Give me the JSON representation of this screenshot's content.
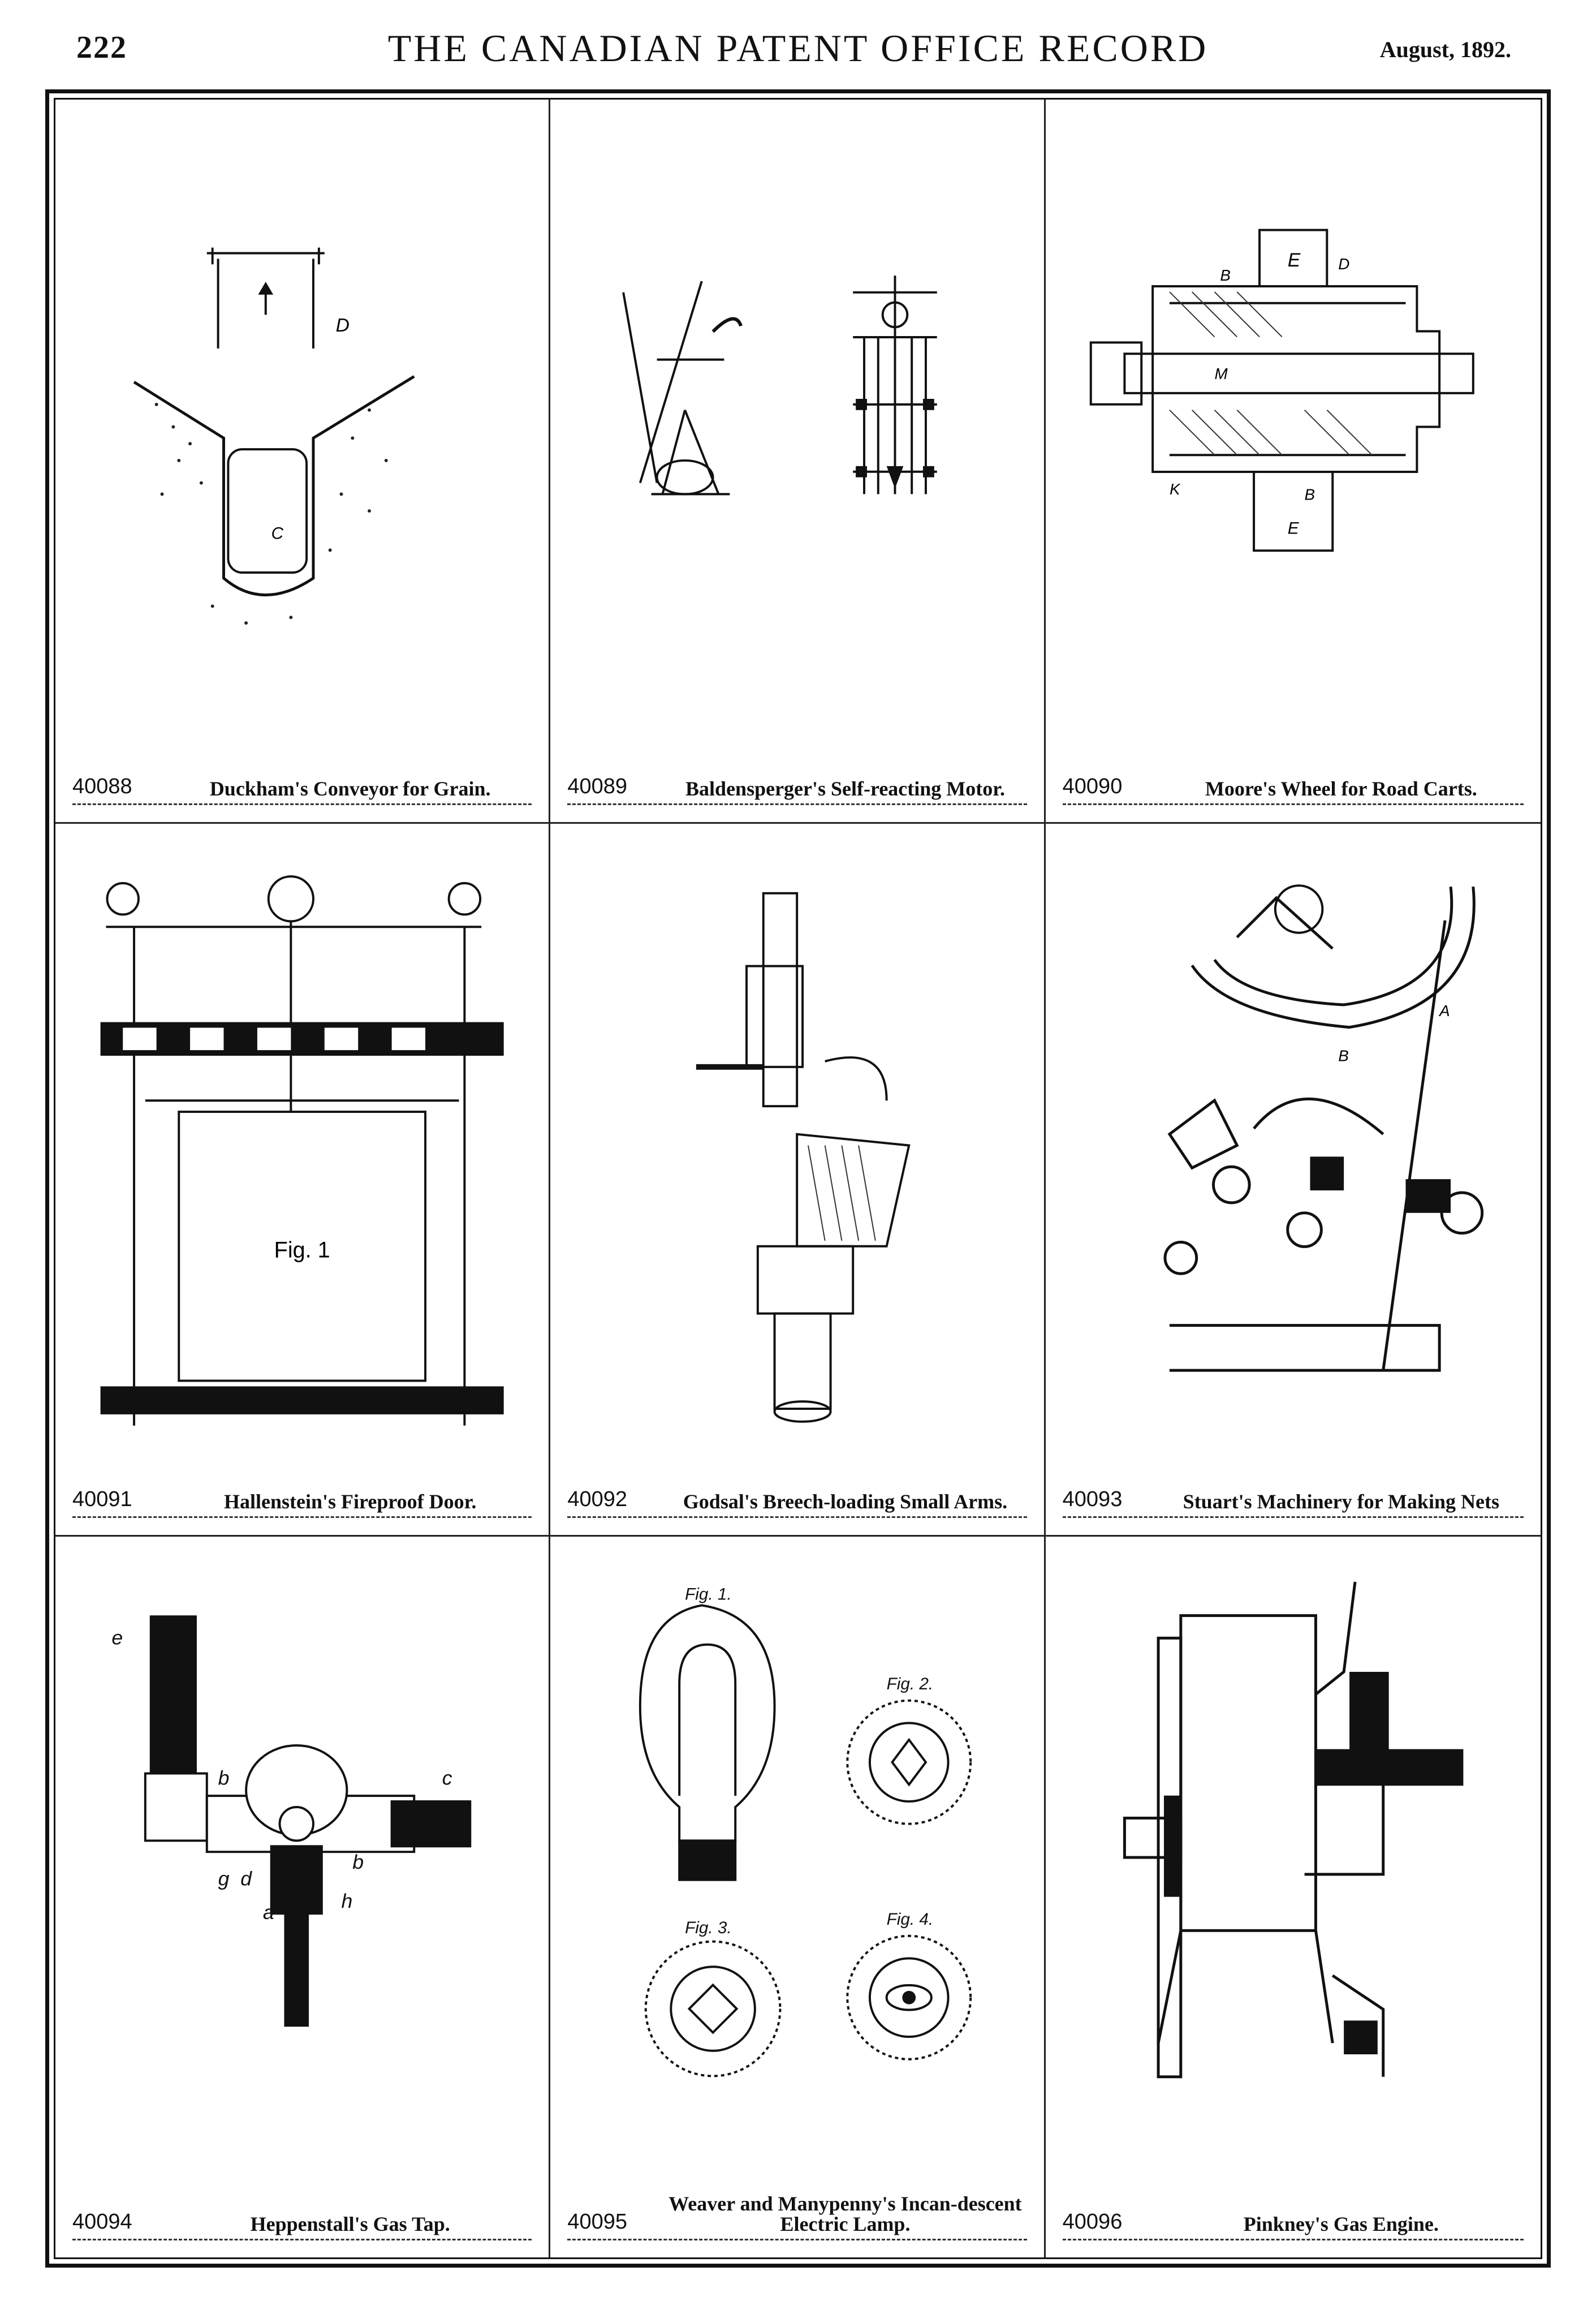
{
  "header": {
    "page_number": "222",
    "title": "THE CANADIAN PATENT OFFICE RECORD",
    "date": "August, 1892."
  },
  "patents": [
    {
      "number": "40088",
      "title": "Duckham's Conveyor for Grain.",
      "drawing": "grain-conveyor-drawing",
      "letters": [
        "D",
        "C"
      ]
    },
    {
      "number": "40089",
      "title": "Baldensperger's Self-reacting Motor.",
      "drawing": "self-reacting-motor-drawing",
      "letters": []
    },
    {
      "number": "40090",
      "title": "Moore's Wheel for Road Carts.",
      "drawing": "road-cart-wheel-drawing",
      "letters": [
        "E",
        "B",
        "D",
        "M",
        "K",
        "B",
        "E"
      ]
    },
    {
      "number": "40091",
      "title": "Hallenstein's Fireproof Door.",
      "drawing": "fireproof-door-drawing",
      "letters": [
        "Fig. 1"
      ]
    },
    {
      "number": "40092",
      "title": "Godsal's Breech-loading Small Arms.",
      "drawing": "breech-loading-arms-drawing",
      "letters": []
    },
    {
      "number": "40093",
      "title": "Stuart's Machinery for Making Nets",
      "drawing": "net-machinery-drawing",
      "letters": [
        "B",
        "A"
      ]
    },
    {
      "number": "40094",
      "title": "Heppenstall's Gas Tap.",
      "drawing": "gas-tap-drawing",
      "letters": [
        "e",
        "b",
        "c",
        "g",
        "d",
        "b",
        "a",
        "h"
      ]
    },
    {
      "number": "40095",
      "title": "Weaver and Manypenny's Incan-descent Electric Lamp.",
      "drawing": "electric-lamp-drawing",
      "letters": [
        "Fig. 1.",
        "Fig. 2.",
        "Fig. 3.",
        "Fig. 4."
      ]
    },
    {
      "number": "40096",
      "title": "Pinkney's Gas Engine.",
      "drawing": "gas-engine-drawing",
      "letters": []
    }
  ]
}
